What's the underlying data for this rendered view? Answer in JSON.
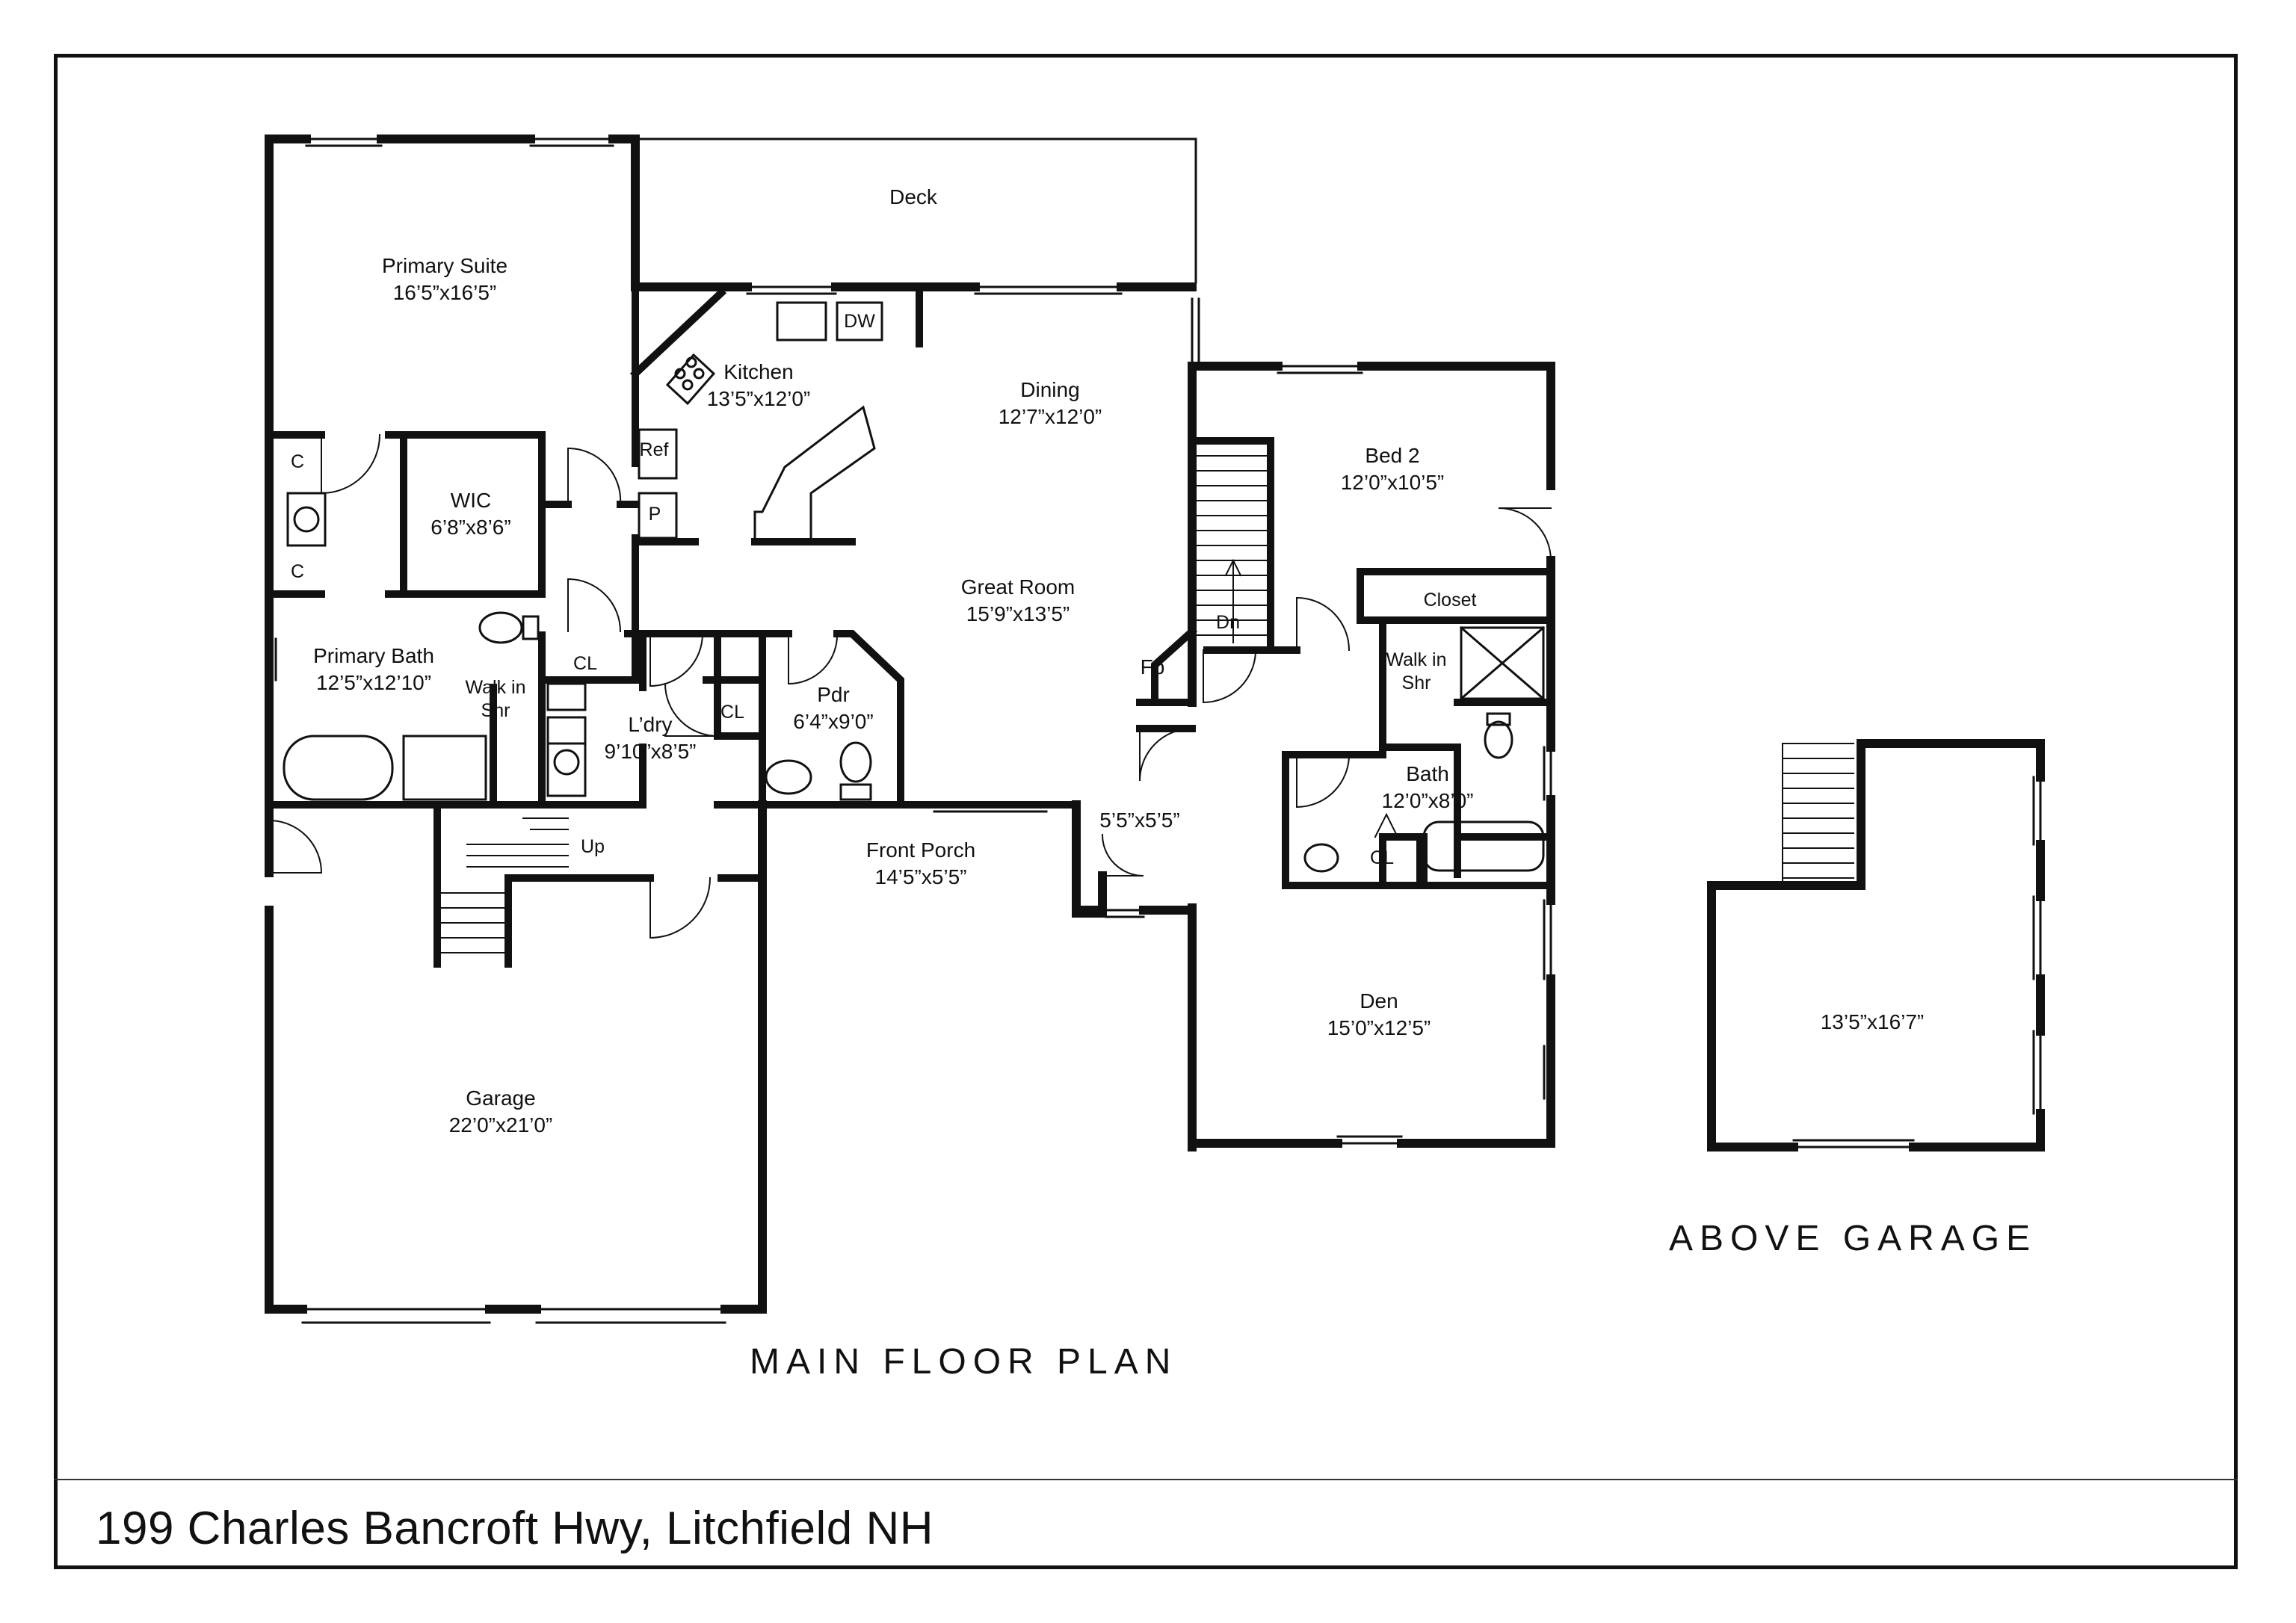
{
  "address": "199 Charles Bancroft Hwy, Litchfield NH",
  "captions": {
    "main": "MAIN FLOOR PLAN",
    "above": "ABOVE GARAGE"
  },
  "rooms": {
    "deck": {
      "name": "Deck"
    },
    "primary_suite": {
      "name": "Primary Suite",
      "dims": "16’5”x16’5”"
    },
    "kitchen": {
      "name": "Kitchen",
      "dims": "13’5”x12’0”"
    },
    "dining": {
      "name": "Dining",
      "dims": "12’7”x12’0”"
    },
    "bed2": {
      "name": "Bed 2",
      "dims": "12’0”x10’5”"
    },
    "wic": {
      "name": "WIC",
      "dims": "6’8”x8’6”"
    },
    "great_room": {
      "name": "Great Room",
      "dims": "15’9”x13’5”"
    },
    "primary_bath": {
      "name": "Primary Bath",
      "dims": "12’5”x12’10”"
    },
    "laundry": {
      "name": "L’dry",
      "dims": "9’10”x8’5”"
    },
    "powder": {
      "name": "Pdr",
      "dims": "6’4”x9’0”"
    },
    "bath": {
      "name": "Bath",
      "dims": "12’0”x8’0”"
    },
    "front_porch": {
      "name": "Front Porch",
      "dims": "14’5”x5’5”"
    },
    "foyer": {
      "dims": "5’5”x5’5”"
    },
    "den": {
      "name": "Den",
      "dims": "15’0”x12’5”"
    },
    "garage": {
      "name": "Garage",
      "dims": "22’0”x21’0”"
    },
    "above_garage": {
      "dims": "13’5”x16’7”"
    }
  },
  "fixtures": {
    "dw": "DW",
    "ref": "Ref",
    "pantry": "P",
    "closet_c1": "C",
    "closet_c2": "C",
    "cl_hall": "CL",
    "cl_laundry": "CL",
    "cl_bath": "CL",
    "walkin_primary": "Walk in\nShr",
    "walkin_bath": "Walk in\nShr",
    "closet_bed2": "Closet",
    "fireplace": "Fp",
    "stairs_dn": "Dn",
    "stairs_up": "Up"
  }
}
